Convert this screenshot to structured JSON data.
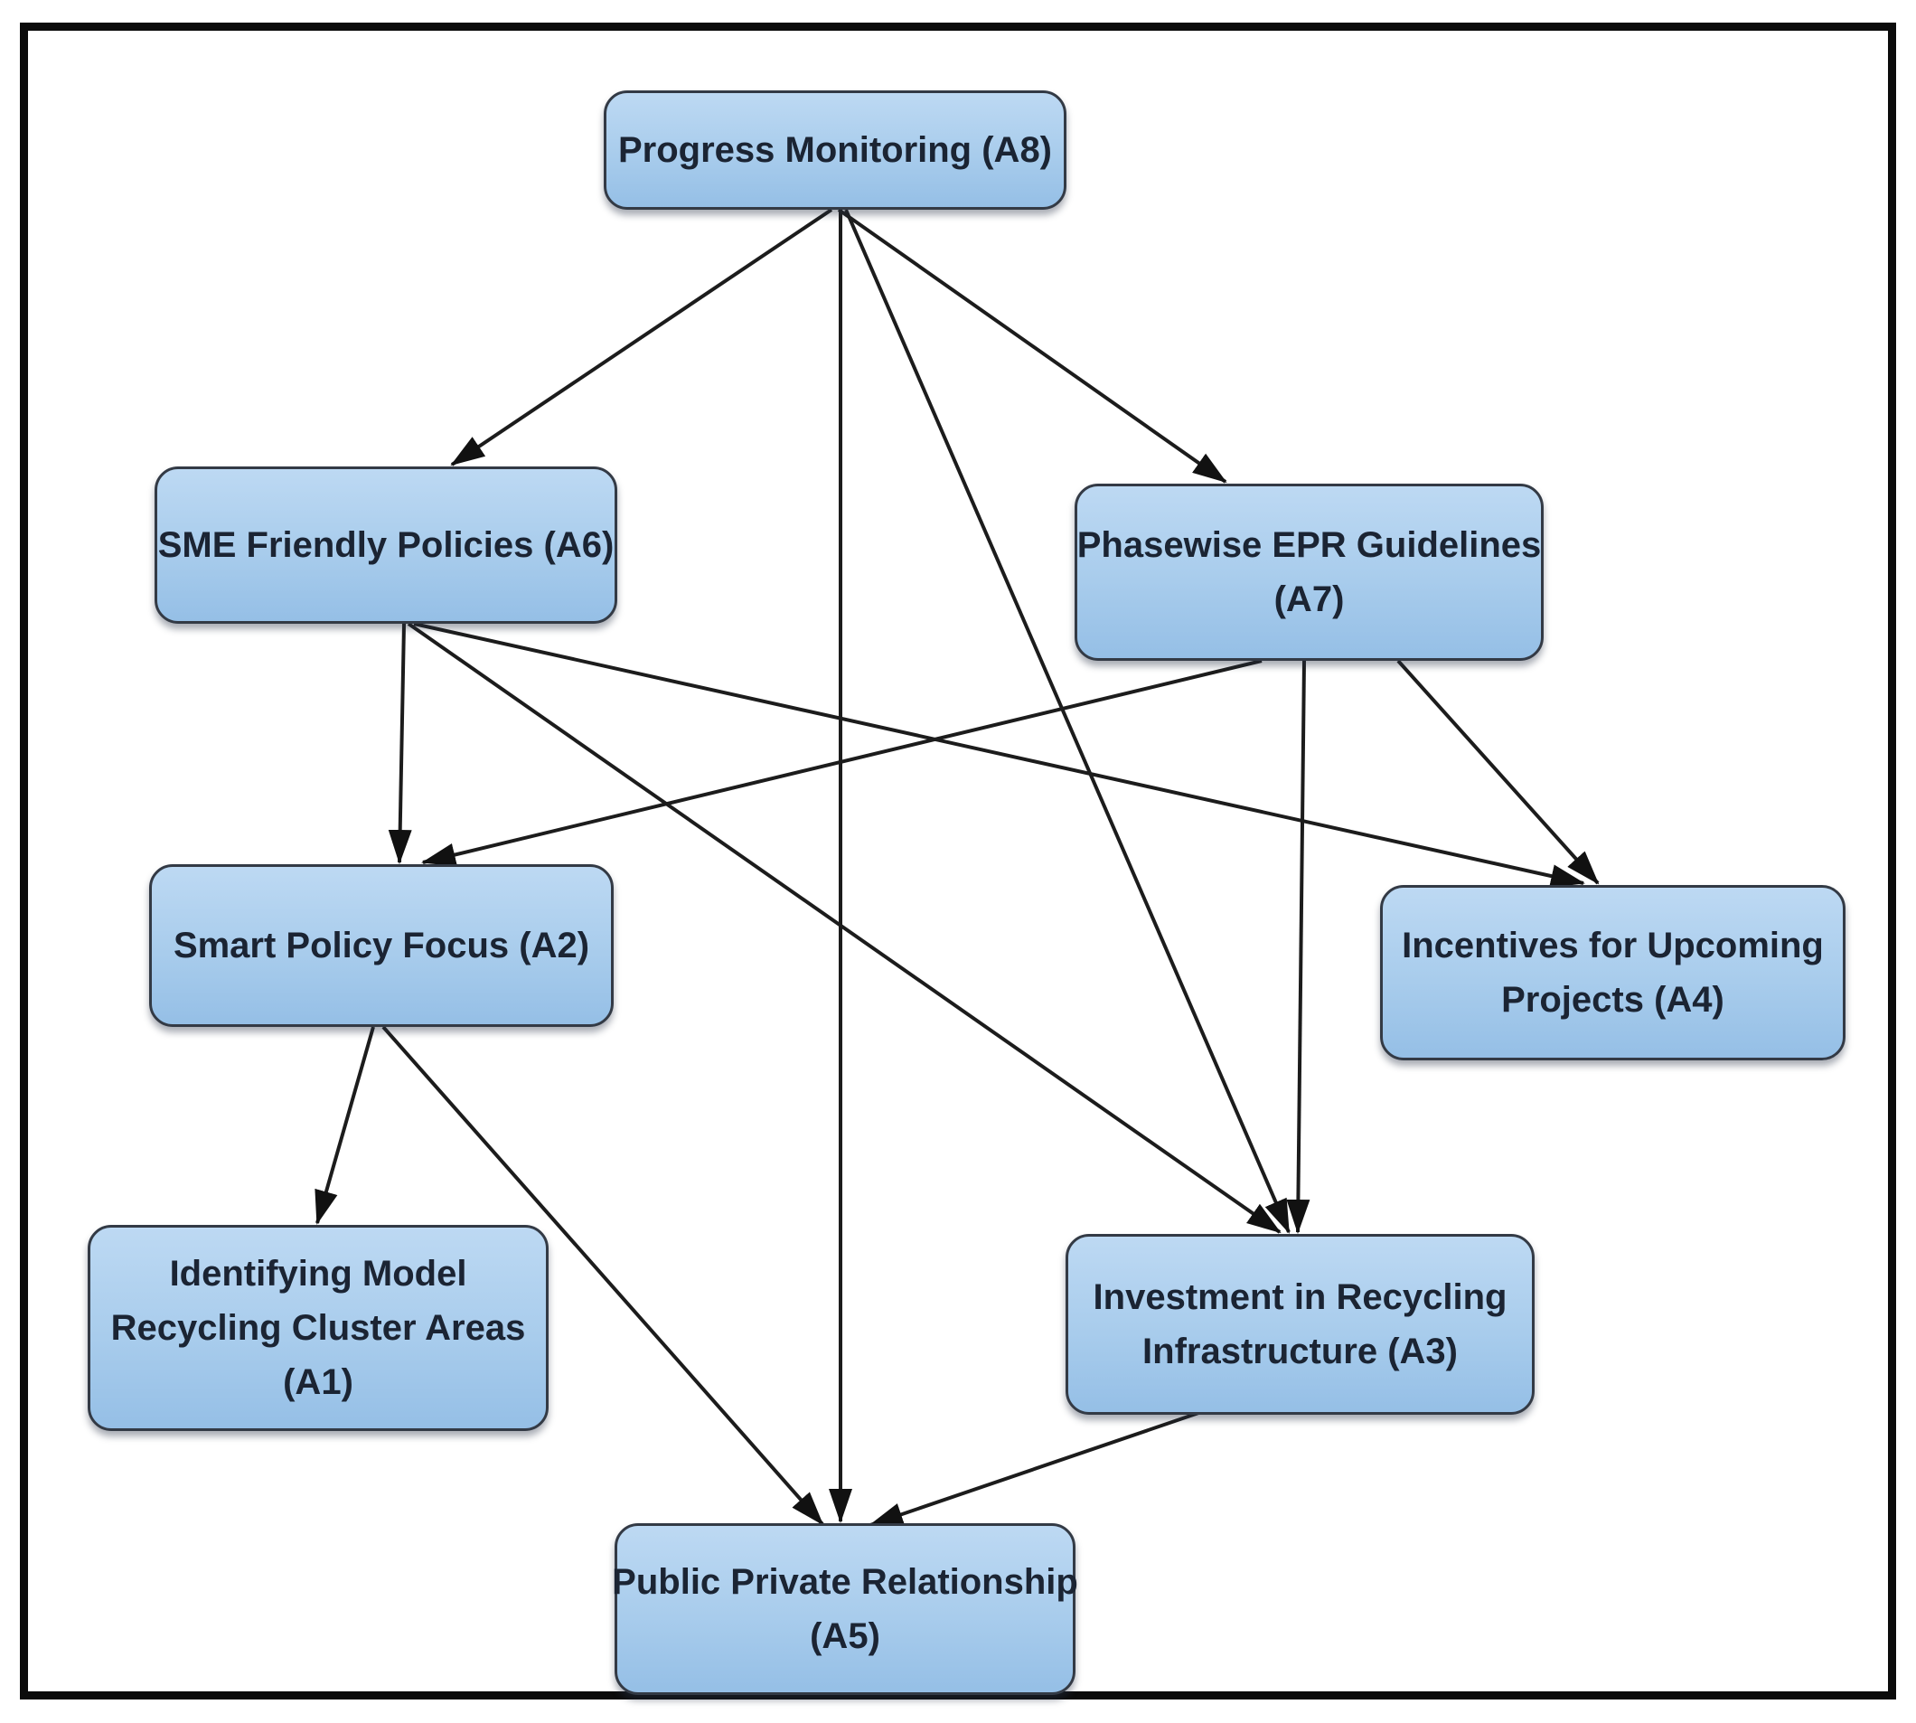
{
  "diagram": {
    "type": "directed-graph",
    "nodes": {
      "a8": {
        "id": "A8",
        "lines": [
          "Progress Monitoring (A8)"
        ]
      },
      "a6": {
        "id": "A6",
        "lines": [
          "SME Friendly Policies (A6)"
        ]
      },
      "a7": {
        "id": "A7",
        "lines": [
          "Phasewise EPR Guidelines",
          "(A7)"
        ]
      },
      "a2": {
        "id": "A2",
        "lines": [
          "Smart Policy Focus (A2)"
        ]
      },
      "a4": {
        "id": "A4",
        "lines": [
          "Incentives for Upcoming",
          "Projects (A4)"
        ]
      },
      "a1": {
        "id": "A1",
        "lines": [
          "Identifying Model",
          "Recycling Cluster Areas",
          "(A1)"
        ]
      },
      "a3": {
        "id": "A3",
        "lines": [
          "Investment in Recycling",
          "Infrastructure (A3)"
        ]
      },
      "a5": {
        "id": "A5",
        "lines": [
          "Public Private Relationship",
          "(A5)"
        ]
      }
    },
    "edges": [
      {
        "from": "A8",
        "to": "A6"
      },
      {
        "from": "A8",
        "to": "A7"
      },
      {
        "from": "A8",
        "to": "A5"
      },
      {
        "from": "A8",
        "to": "A3"
      },
      {
        "from": "A6",
        "to": "A2"
      },
      {
        "from": "A6",
        "to": "A3"
      },
      {
        "from": "A6",
        "to": "A4"
      },
      {
        "from": "A7",
        "to": "A2"
      },
      {
        "from": "A7",
        "to": "A3"
      },
      {
        "from": "A7",
        "to": "A4"
      },
      {
        "from": "A2",
        "to": "A1"
      },
      {
        "from": "A2",
        "to": "A5"
      },
      {
        "from": "A3",
        "to": "A5"
      }
    ],
    "colors": {
      "node_fill_top": "#bdd9f3",
      "node_fill_bottom": "#95bfe6",
      "node_border": "#333a45",
      "node_text": "#1b2433",
      "edge": "#1c1c1c",
      "frame": "#0b0b0b",
      "background": "#ffffff"
    }
  }
}
